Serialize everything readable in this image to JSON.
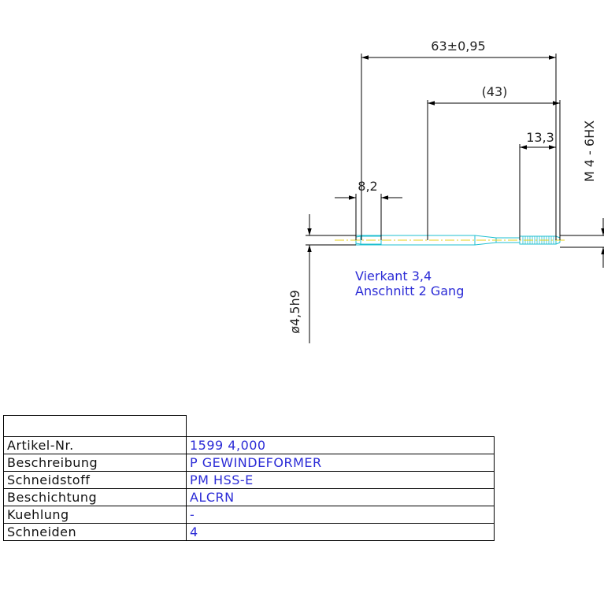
{
  "drawing": {
    "dimensions": {
      "overall_length": "63±0,95",
      "body_length": "(43)",
      "thread_length": "13,3",
      "square_length": "8,2",
      "shank_diameter": "ø4,5h9",
      "thread_spec": "M 4 - 6HX"
    },
    "notes": {
      "square": "Vierkant 3,4",
      "chamfer": "Anschnitt 2 Gang"
    },
    "colors": {
      "lines": "#000000",
      "tool_outline": "#1fbfd0",
      "center_line": "#e8d21a",
      "notes": "#2b2bd6"
    }
  },
  "table": {
    "rows": [
      {
        "label": "Artikel-Nr.",
        "value": "1599 4,000"
      },
      {
        "label": "Beschreibung",
        "value": "P GEWINDEFORMER"
      },
      {
        "label": "Schneidstoff",
        "value": "PM HSS-E"
      },
      {
        "label": "Beschichtung",
        "value": "ALCRN"
      },
      {
        "label": "Kuehlung",
        "value": "-"
      },
      {
        "label": "Schneiden",
        "value": "4"
      }
    ]
  }
}
